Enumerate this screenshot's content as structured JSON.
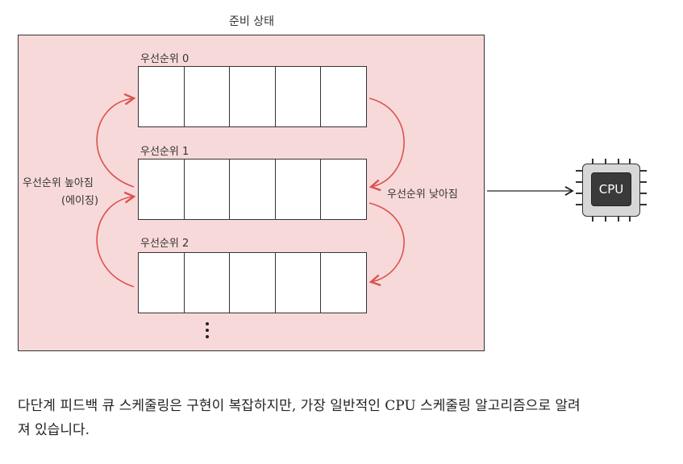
{
  "diagram": {
    "ready_state_title": "준비 상태",
    "queues": [
      {
        "label": "우선순위 0",
        "slots": 5
      },
      {
        "label": "우선순위 1",
        "slots": 5
      },
      {
        "label": "우선순위 2",
        "slots": 5
      }
    ],
    "left_label_line1": "우선순위 높아짐",
    "left_label_line2": "(에이징)",
    "right_label": "우선순위 낮아짐",
    "cpu_label": "CPU",
    "arrow_color": "#d9534f",
    "ready_box_color": "#f8d9d9"
  },
  "caption": {
    "line1": "다단계 피드백 큐 스케줄링은 구현이 복잡하지만, 가장 일반적인 CPU 스케줄링 알고리즘으로 알려",
    "line2": "져 있습니다."
  }
}
